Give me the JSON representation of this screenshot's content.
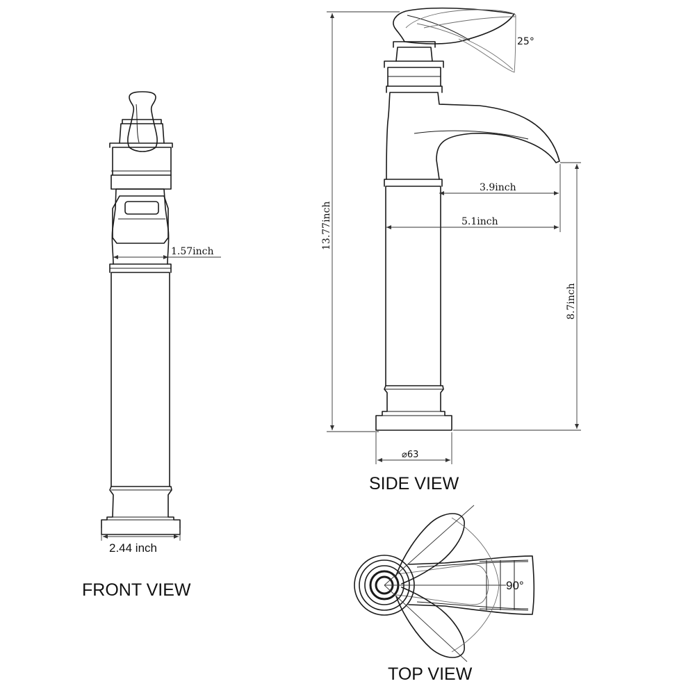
{
  "views": {
    "front": {
      "title": "FRONT VIEW",
      "base_width": "2.44 inch",
      "neck_width": "1.57inch"
    },
    "side": {
      "title": "SIDE VIEW",
      "total_height": "13.77inch",
      "spout_reach_inner": "3.9inch",
      "spout_reach_outer": "5.1inch",
      "spout_height": "8.7inch",
      "base_diameter": "⌀63",
      "handle_angle": "25°"
    },
    "top": {
      "title": "TOP VIEW",
      "rotation_angle": "90°"
    }
  }
}
